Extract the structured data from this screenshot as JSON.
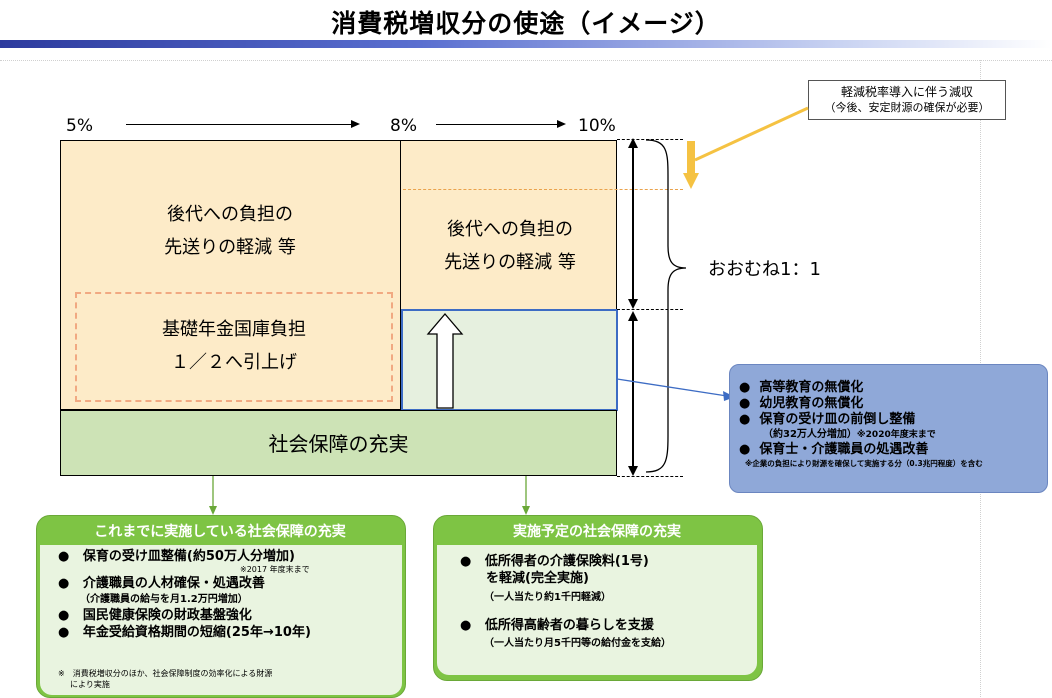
{
  "title": "消費税増収分の使途（イメージ）",
  "percent": {
    "p5": "5%",
    "p8": "8%",
    "p10": "10%"
  },
  "reduction_note": {
    "line1": "軽減税率導入に伴う減収",
    "line2": "（今後、安定財源の確保が必要）"
  },
  "left_upper": {
    "line1": "後代への負担の",
    "line2": "先送りの軽減 等"
  },
  "left_pension": {
    "line1": "基礎年金国庫負担",
    "line2": "１／２へ引上げ"
  },
  "right_upper": {
    "line1": "後代への負担の",
    "line2": "先送りの軽減 等"
  },
  "social_security": "社会保障の充実",
  "ratio": "おおむね1：1",
  "blue_box": {
    "items": [
      "高等教育の無償化",
      "幼児教育の無償化",
      "保育の受け皿の前倒し整備",
      "保育士・介護職員の処遇改善"
    ],
    "sub1": "（約32万人分増加）",
    "sub1_note": "※2020年度末まで",
    "note": "※企業の負担により財源を確保して実施する分（0.3兆円程度）を含む"
  },
  "green_left": {
    "header": "これまでに実施している社会保障の充実",
    "items": [
      "保育の受け皿整備(約50万人分増加)",
      "介護職員の人材確保・処遇改善",
      "国民健康保険の財政基盤強化",
      "年金受給資格期間の短縮(25年→10年)"
    ],
    "item1_note": "※2017 年度末まで",
    "item2_sub": "（介護職員の給与を月1.2万円増加）",
    "footnote_line1": "※　消費税増収分のほか、社会保障制度の効率化による財源",
    "footnote_line2": "により実施"
  },
  "green_right": {
    "header": "実施予定の社会保障の充実",
    "item1_line1": "低所得者の介護保険料(1号)",
    "item1_line2": "を軽減(完全実施)",
    "item1_sub": "（一人当たり約1千円軽減）",
    "item2": "低所得高齢者の暮らしを支援",
    "item2_sub": "（一人当たり月5千円等の給付金を支給）"
  },
  "colors": {
    "peach": "#fdebc8",
    "light_green": "#e6f0df",
    "social_green": "#cde3b6",
    "blue_box": "#8fa8d8",
    "green_box": "#7ec444",
    "arrow_yellow": "#f5c242",
    "blue_outline": "#3d6cc4"
  },
  "icons": [
    "up-arrow-icon",
    "down-arrow-icon",
    "bullet-icon",
    "curly-brace-icon"
  ]
}
